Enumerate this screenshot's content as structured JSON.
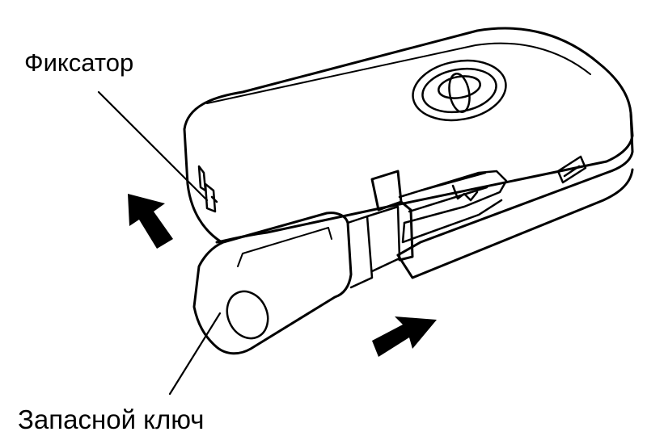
{
  "labels": {
    "latch": "Фиксатор",
    "spare_key": "Запасной ключ"
  },
  "colors": {
    "line": "#000000",
    "background": "#ffffff"
  },
  "icons": {
    "brand_emblem": "toyota-emblem",
    "arrow_up": "arrow-up-left",
    "arrow_right": "arrow-up-right"
  }
}
